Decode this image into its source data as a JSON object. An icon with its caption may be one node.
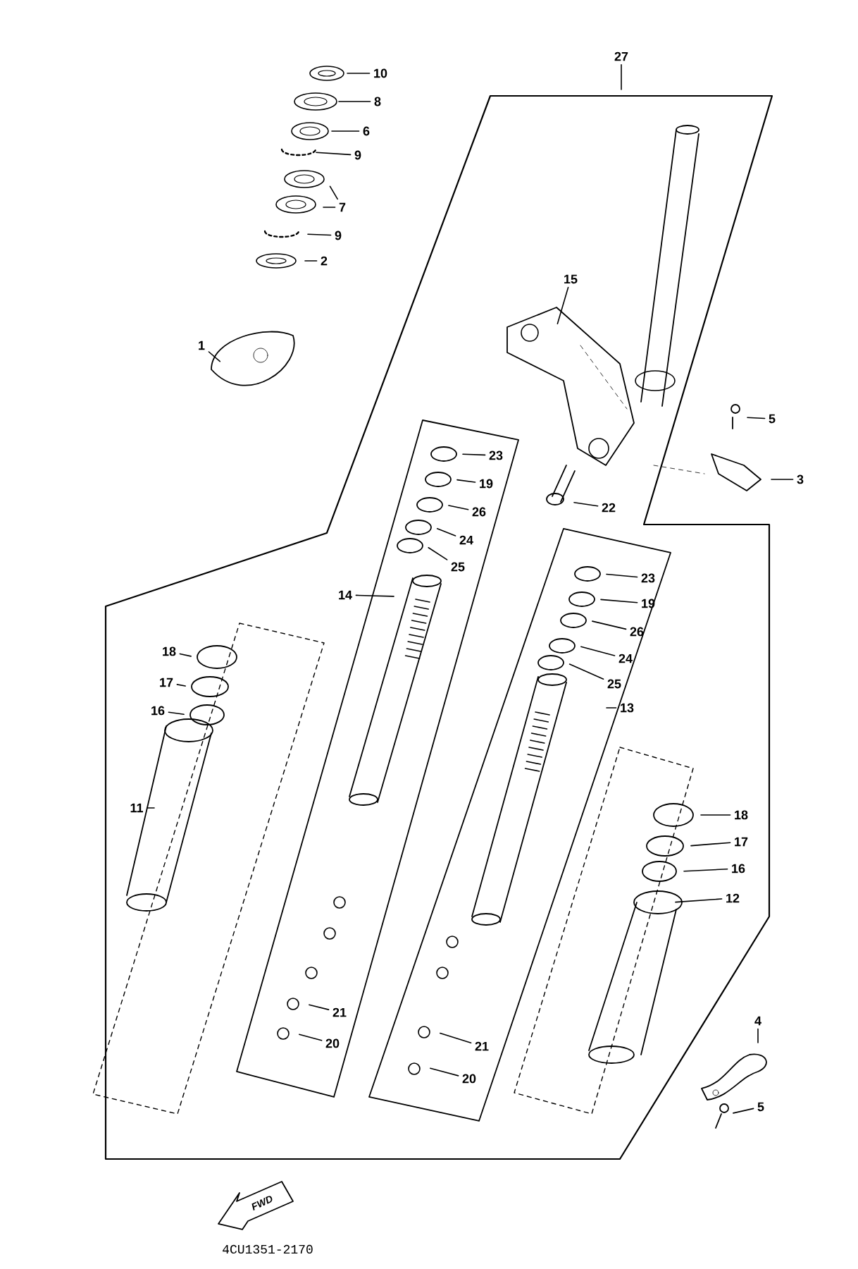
{
  "diagram": {
    "nodes": [
      {
        "text": [
          "27"
        ]
      },
      {
        "text": [
          "10"
        ]
      },
      {
        "text": [
          "8"
        ]
      },
      {
        "text": [
          "6"
        ]
      },
      {
        "text": [
          "9"
        ]
      },
      {
        "text": [
          "7"
        ]
      },
      {
        "text": [
          "9"
        ]
      },
      {
        "text": [
          "2"
        ]
      },
      {
        "text": [
          "1"
        ]
      },
      {
        "text": [
          "15"
        ]
      },
      {
        "text": [
          "5"
        ]
      },
      {
        "text": [
          "3"
        ]
      },
      {
        "text": [
          "22"
        ]
      },
      {
        "text": [
          "23"
        ]
      },
      {
        "text": [
          "19"
        ]
      },
      {
        "text": [
          "26"
        ]
      },
      {
        "text": [
          "24"
        ]
      },
      {
        "text": [
          "25"
        ]
      },
      {
        "text": [
          "14"
        ]
      },
      {
        "text": [
          "23"
        ]
      },
      {
        "text": [
          "19"
        ]
      },
      {
        "text": [
          "26"
        ]
      },
      {
        "text": [
          "24"
        ]
      },
      {
        "text": [
          "25"
        ]
      },
      {
        "text": [
          "13"
        ]
      },
      {
        "text": [
          "18"
        ]
      },
      {
        "text": [
          "17"
        ]
      },
      {
        "text": [
          "16"
        ]
      },
      {
        "text": [
          "11"
        ]
      },
      {
        "text": [
          "18"
        ]
      },
      {
        "text": [
          "17"
        ]
      },
      {
        "text": [
          "16"
        ]
      },
      {
        "text": [
          "12"
        ]
      },
      {
        "text": [
          "21"
        ]
      },
      {
        "text": [
          "20"
        ]
      },
      {
        "text": [
          "21"
        ]
      },
      {
        "text": [
          "20"
        ]
      },
      {
        "text": [
          "4"
        ]
      },
      {
        "text": [
          "5"
        ]
      }
    ],
    "edges": [
      {
        "from": 0,
        "to": null,
        "arrow": "none"
      },
      {
        "from": 1,
        "to": null,
        "arrow": "none"
      },
      {
        "from": 2,
        "to": null,
        "arrow": "none"
      },
      {
        "from": 3,
        "to": null,
        "arrow": "none"
      },
      {
        "from": 4,
        "to": null,
        "arrow": "none"
      },
      {
        "from": 5,
        "to": null,
        "arrow": "none"
      },
      {
        "from": 5,
        "to": null,
        "arrow": "none"
      },
      {
        "from": 6,
        "to": null,
        "arrow": "none"
      },
      {
        "from": 7,
        "to": null,
        "arrow": "none"
      },
      {
        "from": 8,
        "to": null,
        "arrow": "none"
      },
      {
        "from": 9,
        "to": null,
        "arrow": "none"
      },
      {
        "from": 10,
        "to": null,
        "arrow": "none"
      },
      {
        "from": 11,
        "to": null,
        "arrow": "none"
      },
      {
        "from": 12,
        "to": null,
        "arrow": "none"
      },
      {
        "from": 13,
        "to": null,
        "arrow": "none"
      },
      {
        "from": 14,
        "to": null,
        "arrow": "none"
      },
      {
        "from": 15,
        "to": null,
        "arrow": "none"
      },
      {
        "from": 16,
        "to": null,
        "arrow": "none"
      },
      {
        "from": 17,
        "to": null,
        "arrow": "none"
      },
      {
        "from": 18,
        "to": null,
        "arrow": "none"
      },
      {
        "from": 19,
        "to": null,
        "arrow": "none"
      },
      {
        "from": 20,
        "to": null,
        "arrow": "none"
      },
      {
        "from": 21,
        "to": null,
        "arrow": "none"
      },
      {
        "from": 22,
        "to": null,
        "arrow": "none"
      },
      {
        "from": 23,
        "to": null,
        "arrow": "none"
      },
      {
        "from": 24,
        "to": null,
        "arrow": "none"
      },
      {
        "from": 25,
        "to": null,
        "arrow": "none"
      },
      {
        "from": 26,
        "to": null,
        "arrow": "none"
      },
      {
        "from": 27,
        "to": null,
        "arrow": "none"
      },
      {
        "from": 28,
        "to": null,
        "arrow": "none"
      },
      {
        "from": 29,
        "to": null,
        "arrow": "none"
      },
      {
        "from": 30,
        "to": null,
        "arrow": "none"
      },
      {
        "from": 31,
        "to": null,
        "arrow": "none"
      },
      {
        "from": 32,
        "to": null,
        "arrow": "none"
      },
      {
        "from": 33,
        "to": null,
        "arrow": "none"
      },
      {
        "from": 34,
        "to": null,
        "arrow": "none"
      },
      {
        "from": 35,
        "to": null,
        "arrow": "none"
      },
      {
        "from": 36,
        "to": null,
        "arrow": "none"
      },
      {
        "from": 37,
        "to": null,
        "arrow": "none"
      },
      {
        "from": 38,
        "to": null,
        "arrow": "none"
      }
    ],
    "labels": [
      "FWD",
      "4CU1351-2170"
    ]
  }
}
